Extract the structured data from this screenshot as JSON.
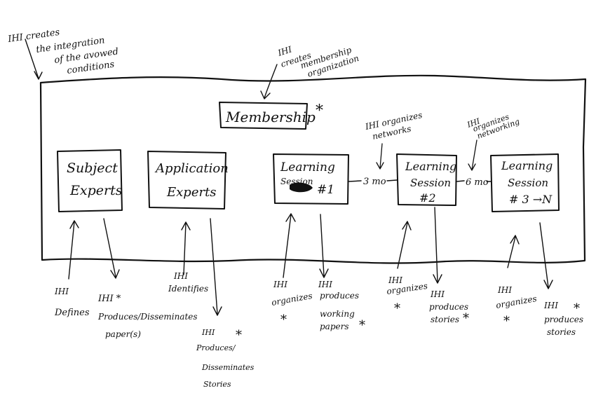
{
  "annotations": {
    "top_left": [
      "IHI creates",
      "the integration",
      "of the avowed",
      "conditions"
    ],
    "top_center": [
      "IHI",
      "creates",
      "membership",
      "organization"
    ],
    "network_1": [
      "IHI organizes",
      "networks"
    ],
    "network_2": [
      "IHI",
      "organizes",
      "networking"
    ]
  },
  "boxes": {
    "membership": {
      "label": "Membership",
      "mark": "*"
    },
    "subject": [
      "Subject",
      "Experts"
    ],
    "application": [
      "Application",
      "Experts"
    ],
    "ls1": [
      "Learning",
      "Session",
      "#1"
    ],
    "ls2": [
      "Learning",
      "Session",
      "#2"
    ],
    "ls3": [
      "Learning",
      "Session",
      "# 3 →N"
    ]
  },
  "intervals": {
    "first": "3 mo",
    "second": "6 mo"
  },
  "bottom": {
    "defines": [
      "IHI",
      "Defines"
    ],
    "papers": [
      "IHI  *",
      "Produces/Disseminates",
      "paper(s)"
    ],
    "identifies": [
      "IHI",
      "Identifies"
    ],
    "stories1": [
      "IHI",
      "Produces/",
      "Disseminates",
      "Stories"
    ],
    "stories1_mark": "*",
    "org1": [
      "IHI",
      "organizes"
    ],
    "org1_mark": "*",
    "working": [
      "IHI",
      "produces",
      "working",
      "papers"
    ],
    "working_mark": "*",
    "org2": [
      "IHI",
      "organizes"
    ],
    "org2_mark": "*",
    "produces2": [
      "IHI",
      "produces",
      "stories"
    ],
    "produces2_mark": "*",
    "org3": [
      "IHI",
      "organizes"
    ],
    "org3_mark": "*",
    "produces3": [
      "IHI",
      "produces",
      "stories"
    ],
    "produces3_mark": "*"
  }
}
